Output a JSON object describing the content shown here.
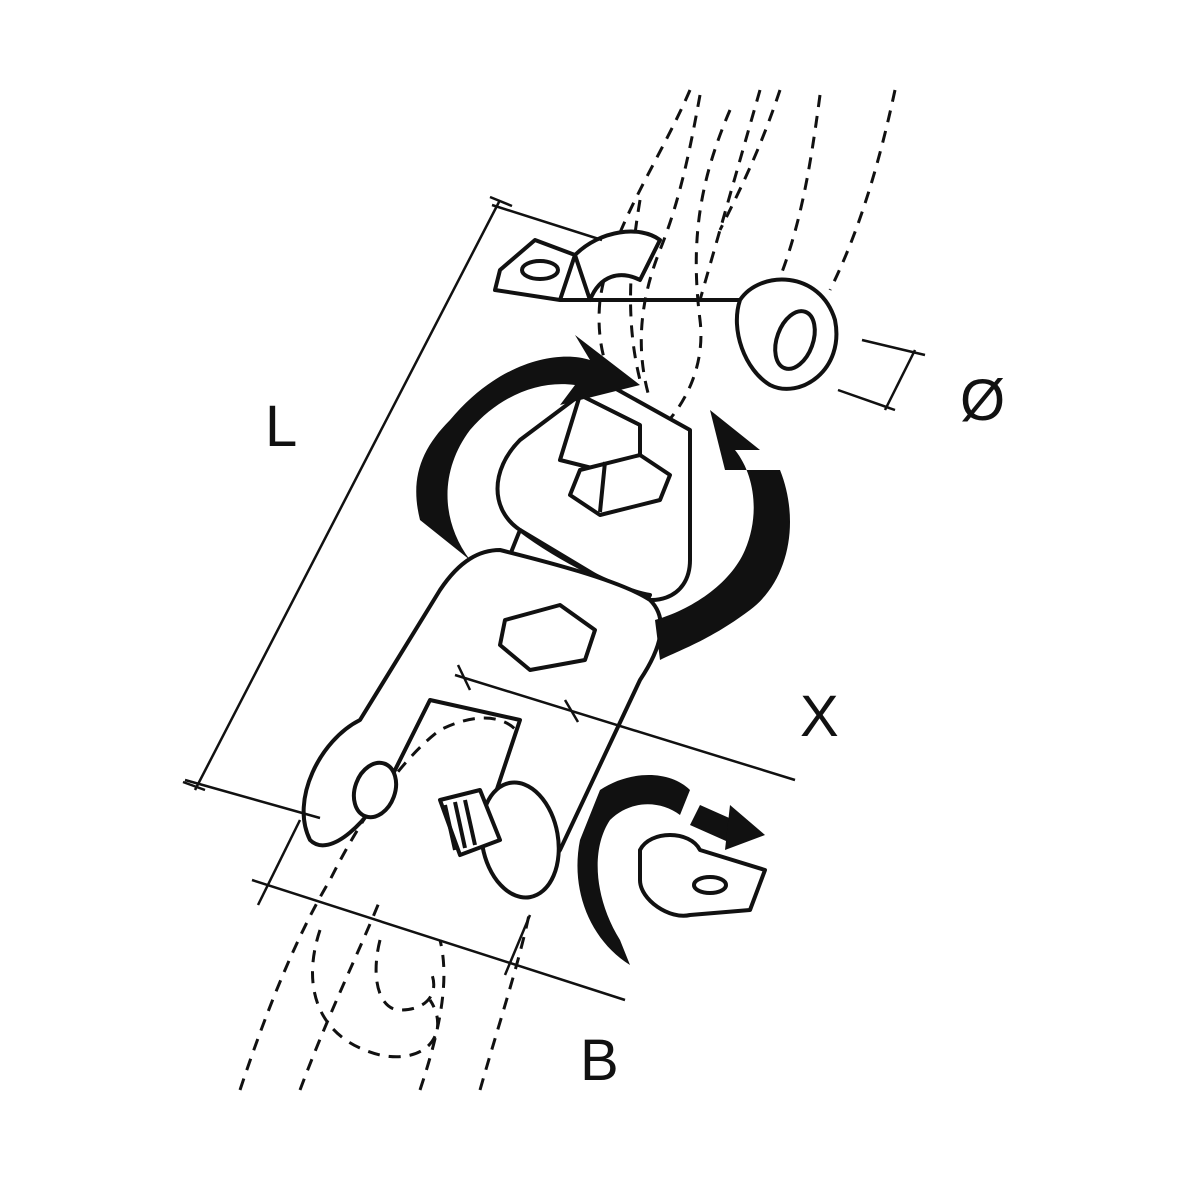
{
  "labels": {
    "length": "L",
    "diameter": "Ø",
    "gap": "X",
    "width": "B"
  },
  "icons": [
    "rotation-arrow-icon",
    "rotation-arrow-icon"
  ],
  "colors": {
    "ink": "#111111",
    "paper": "#ffffff"
  }
}
